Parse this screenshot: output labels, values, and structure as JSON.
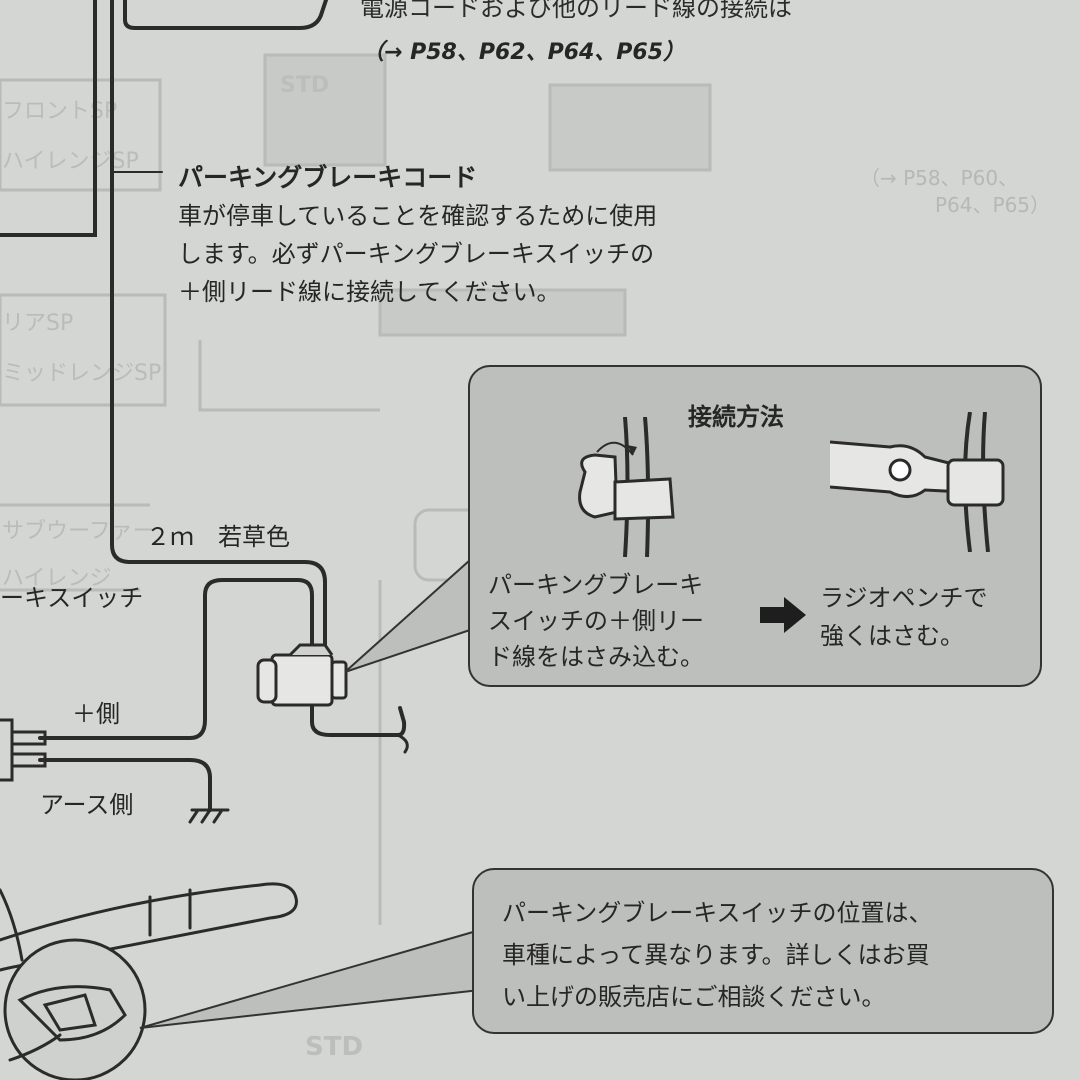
{
  "header": {
    "line1": "電源コードおよび他のリード線の接続は",
    "refs": "（→ P58、P62、P64、P65）"
  },
  "parking_cord": {
    "title": "パーキングブレーキコード",
    "desc": "車が停車していることを確認するために使用\nします。必ずパーキングブレーキスイッチの\n＋側リード線に接続してください。"
  },
  "wire_labels": {
    "length_color": "２ｍ　若草色",
    "switch": "ーキスイッチ",
    "plus_side": "＋側",
    "earth_side": "アース側"
  },
  "connection_box": {
    "title": "接続方法",
    "step1": "パーキングブレーキ\nスイッチの＋側リー\nド線をはさみ込む。",
    "step2": "ラジオペンチで\n強くはさむ。",
    "arrow_icon": "right-arrow-icon"
  },
  "note_box": {
    "text": "パーキングブレーキスイッチの位置は、\n車種によって異なります。詳しくはお買\nい上げの販売店にご相談ください。"
  },
  "background_text": {
    "front_sp": "フロントSP",
    "hi_range_sp": "ハイレンジSP",
    "rear_sp": "リアSP",
    "mid_range_sp": "ミッドレンジSP",
    "subwoofer": "サブウーファー",
    "hi_range2": "ハイレンジ",
    "std": "STD",
    "std_bottom": "STD",
    "ref_p58": "（→ P58、P60、",
    "ref_p64": "P64、P65）"
  },
  "colors": {
    "background": "#d4d6d3",
    "callout_fill": "#bdbfbc",
    "ink": "#262626"
  }
}
